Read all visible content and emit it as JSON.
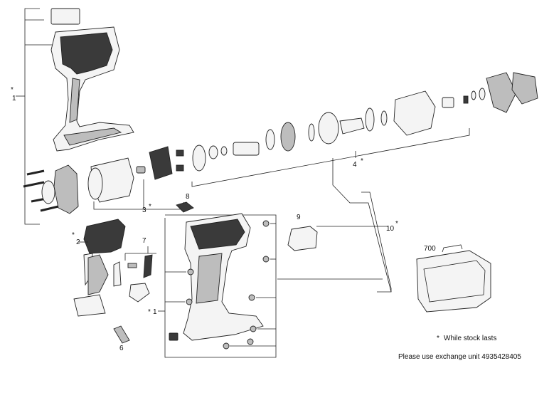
{
  "labels": {
    "p1": "1",
    "p1b": "1",
    "p2": "2",
    "p3": "3",
    "p4": "4",
    "p6": "6",
    "p7": "7",
    "p8": "8",
    "p9": "9",
    "p10": "10",
    "p700": "700",
    "star": "*"
  },
  "notes": {
    "stock": "While stock lasts",
    "exchange": "Please use exchange unit 4935428405"
  }
}
